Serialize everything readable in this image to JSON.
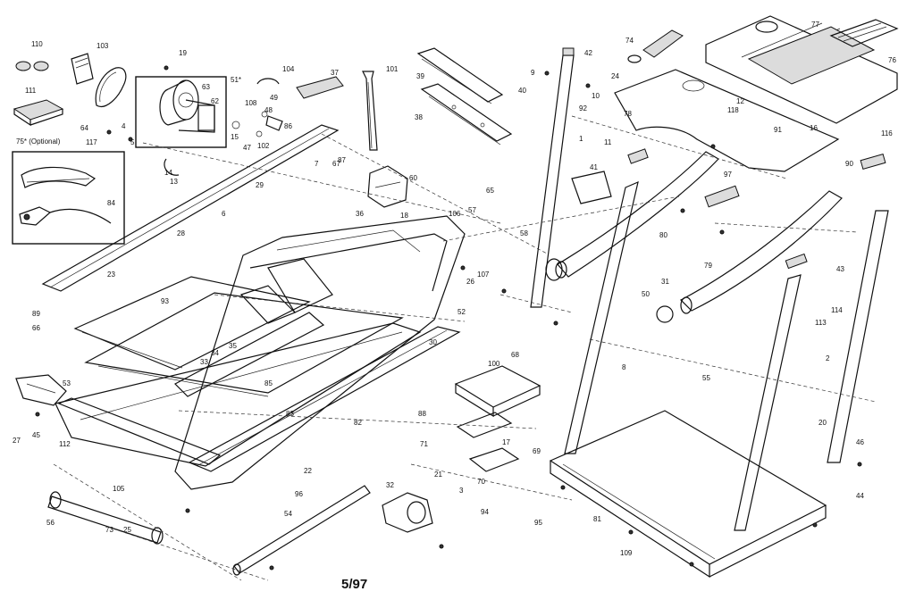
{
  "diagram": {
    "date_code": "5/97",
    "optional_label": "75* (Optional)",
    "callouts": [
      "110",
      "103",
      "111",
      "64",
      "117",
      "4",
      "5",
      "19",
      "63",
      "62",
      "51*",
      "104",
      "49",
      "108",
      "48",
      "86",
      "15",
      "47",
      "102",
      "13",
      "37",
      "101",
      "39",
      "38",
      "40",
      "9",
      "42",
      "24",
      "10",
      "92",
      "1",
      "74",
      "77",
      "76",
      "78",
      "118",
      "12",
      "91",
      "16",
      "116",
      "90",
      "43",
      "11",
      "41",
      "80",
      "97",
      "31",
      "79",
      "50",
      "114",
      "113",
      "2",
      "84",
      "29",
      "7",
      "87",
      "36",
      "60",
      "28",
      "18",
      "106",
      "57",
      "65",
      "58",
      "23",
      "107",
      "26",
      "85",
      "83",
      "82",
      "52",
      "100",
      "27",
      "45",
      "112",
      "56",
      "25",
      "73",
      "105",
      "66",
      "53",
      "33",
      "34",
      "35",
      "55",
      "88",
      "71",
      "70",
      "17",
      "69",
      "22",
      "96",
      "54",
      "32",
      "94",
      "95",
      "46",
      "44",
      "81",
      "109",
      "20",
      "30",
      "21",
      "8",
      "6",
      "3",
      "14",
      "89",
      "93",
      "68",
      "67"
    ],
    "optional_kit_label": "75* (Optional)"
  }
}
